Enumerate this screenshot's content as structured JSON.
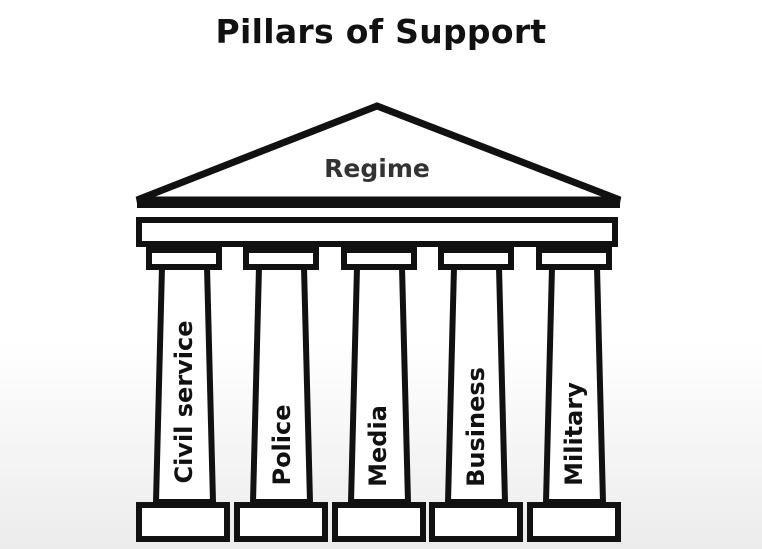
{
  "title": "Pillars of Support",
  "roof": {
    "label": "Regime"
  },
  "pillars": [
    {
      "label": "Civil service"
    },
    {
      "label": "Police"
    },
    {
      "label": "Media"
    },
    {
      "label": "Business"
    },
    {
      "label": "Military"
    }
  ],
  "colors": {
    "stroke": "#111111",
    "fill": "#ffffff",
    "roof_text": "#333333"
  }
}
